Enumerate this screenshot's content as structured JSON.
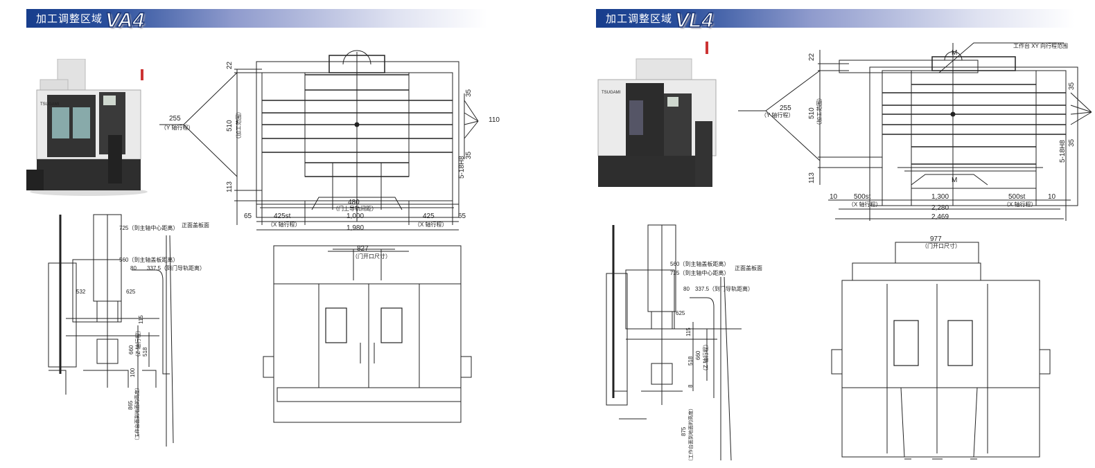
{
  "panels": [
    {
      "title_cn": "加工调整区域",
      "model": "VA4",
      "brand": "TSUGAMI",
      "top_view": {
        "y_travel": "255",
        "y_travel_label": "（Y 轴行程）",
        "d22": "22",
        "d510": "510",
        "range_label": "（加工范围）",
        "d113": "113",
        "d35a": "35",
        "d35b": "35",
        "d110": "110",
        "slot": "5-18H8",
        "d480": "480",
        "rail_label": "（门上导轨间距）",
        "d65a": "65",
        "x_st_left": "425st",
        "x_left_label": "（X 轴行程）",
        "d1000": "1,000",
        "x_right": "425",
        "x_right_label": "（X 轴行程）",
        "d65b": "65",
        "total": "1,980"
      },
      "side_view": {
        "d725": "725（到主轴中心距离）",
        "cover": "正面盖板面",
        "d560": "560（到主轴盖板距离）",
        "d80": "80",
        "d3375": "337.5（到门导轨距离）",
        "d532": "532",
        "d625": "625",
        "d115": "115",
        "d660": "660",
        "z_label": "（Z 轴行程）",
        "d518": "518",
        "d100": "100",
        "d865": "865",
        "table_h": "（工作台面到地面的高度）"
      },
      "front_view": {
        "door": "827",
        "door_label": "（门开口尺寸）"
      }
    },
    {
      "title_cn": "加工调整区域",
      "model": "VL4",
      "brand": "TSUGAMI",
      "top_view": {
        "y_travel": "255",
        "y_travel_label": "（Y 轴行程）",
        "d22": "22",
        "d510": "510",
        "range_label": "（加工范围）",
        "d113": "113",
        "d35a": "35",
        "d35b": "35",
        "slot": "5-18H8",
        "m_top": "M",
        "m_bottom": "M",
        "xy_range": "工作台 XY 向行程范围",
        "d10a": "10",
        "x_st_left": "500st",
        "x_left_label": "（X 轴行程）",
        "d1300": "1,300",
        "x_st_right": "500st",
        "x_right_label": "（X 轴行程）",
        "d10b": "10",
        "d2280": "2,280",
        "d2469": "2,469"
      },
      "side_view": {
        "d560": "560（到主轴盖板距离）",
        "cover": "正面盖板面",
        "d725": "725（到主轴中心距离）",
        "d80": "80",
        "d3375": "337.5（到门导轨距离）",
        "d625": "625",
        "d115": "115",
        "d518": "518",
        "d660": "660",
        "z_label": "（Z 轴行程）",
        "d8": "8",
        "d875": "875",
        "table_h": "（工作台面到地面的高度）"
      },
      "front_view": {
        "door": "977",
        "door_label": "（门开口尺寸）"
      }
    }
  ]
}
